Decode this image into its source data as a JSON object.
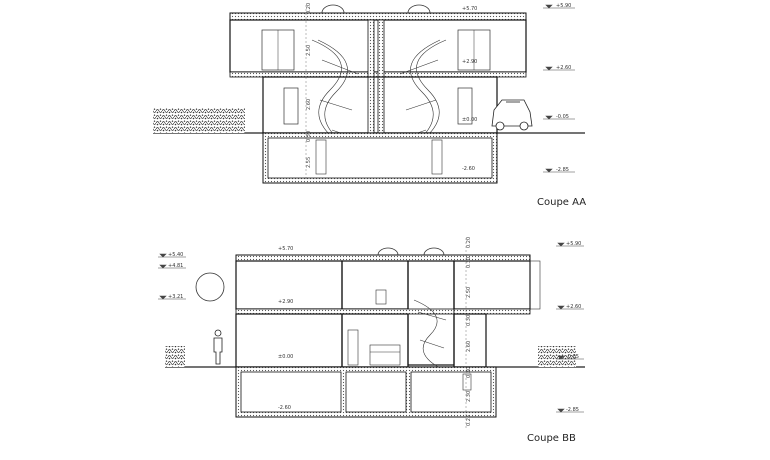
{
  "sections": [
    {
      "caption": "Coupe AA",
      "levels_right": [
        "+5.90",
        "+2.60",
        "-0.05",
        "-2.85"
      ],
      "levels_inner": [
        "+5.70",
        "+2.90",
        "±0.00",
        "-2.60"
      ],
      "dims_vertical": [
        "0.20",
        "2.50",
        "2.60",
        "0.30",
        "2.55"
      ]
    },
    {
      "caption": "Coupe BB",
      "levels_left": [
        "+5.40",
        "+4.81",
        "+3.21"
      ],
      "levels_right": [
        "+5.90",
        "+2.60",
        "-0.05",
        "-2.85"
      ],
      "levels_inner": [
        "+5.70",
        "+2.90",
        "±0.00",
        "-2.60"
      ],
      "dims_vertical": [
        "0.20",
        "0.30",
        "2.50",
        "0.30",
        "2.60",
        "0.30",
        "2.30",
        "0.25"
      ]
    }
  ]
}
